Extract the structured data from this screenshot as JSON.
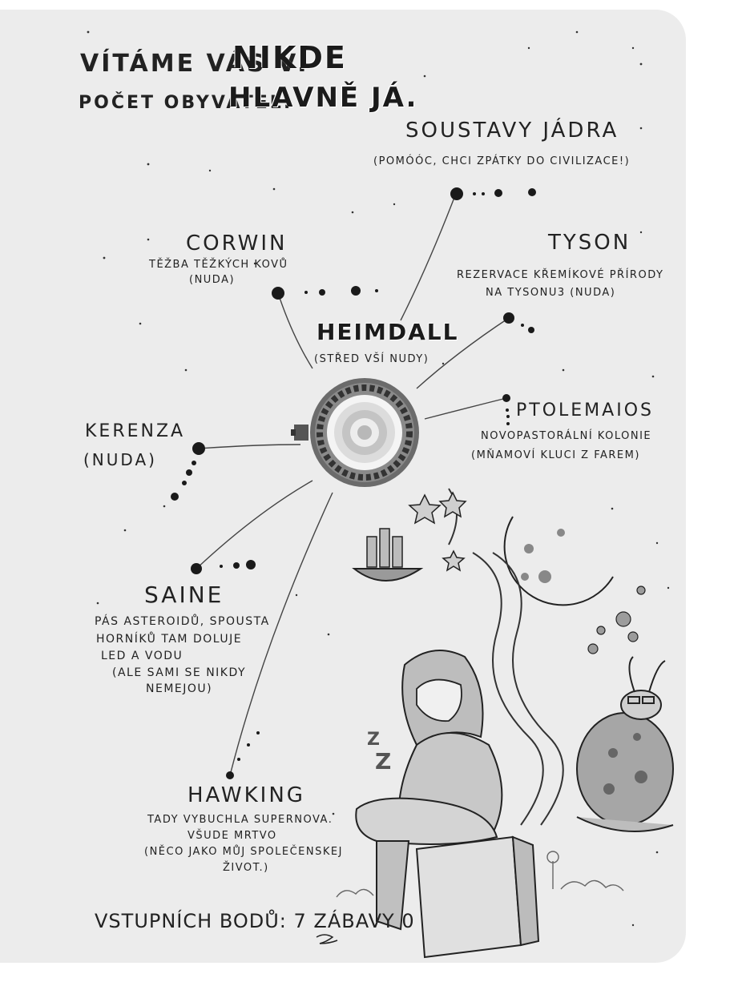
{
  "header": {
    "welcome_prefix": "VÍTÁME VÁS V:",
    "welcome_place": "NIKDE",
    "population_prefix": "POČET OBYVATEL:",
    "population_value": "HLAVNĚ JÁ."
  },
  "hub": {
    "name": "HEIMDALL",
    "note": "(STŘED VŠÍ NUDY)"
  },
  "systems": {
    "core": {
      "name": "SOUSTAVY JÁDRA",
      "note": "(POMÓÓC, CHCI ZPÁTKY DO CIVILIZACE!)"
    },
    "corwin": {
      "name": "CORWIN",
      "note1": "TĚŽBA TĚŽKÝCH KOVŮ",
      "note2": "(NUDA)"
    },
    "tyson": {
      "name": "TYSON",
      "note1": "REZERVACE KŘEMÍKOVÉ PŘÍRODY",
      "note2": "NA TYSONU3 (NUDA)"
    },
    "ptolemaios": {
      "name": "PTOLEMAIOS",
      "note1": "NOVOPASTORÁLNÍ KOLONIE",
      "note2": "(MŇAMOVÍ KLUCI Z FAREM)"
    },
    "kerenza": {
      "name": "KERENZA",
      "note": "(NUDA)"
    },
    "saine": {
      "name": "SAINE",
      "note1": "PÁS ASTEROIDŮ, SPOUSTA",
      "note2": "HORNÍKŮ TAM DOLUJE",
      "note3": "LED A VODU",
      "note4": "(ALE SAMI SE NIKDY",
      "note5": "NEMEJOU)"
    },
    "hawking": {
      "name": "HAWKING",
      "note1": "TADY VYBUCHLA SUPERNOVA.",
      "note2": "VŠUDE MRTVO",
      "note3": "(NĚCO JAKO MŮJ SPOLEČENSKEJ",
      "note4": "ŽIVOT.)"
    }
  },
  "footer": {
    "text": "VSTUPNÍCH BODŮ: 7 ZÁBAVY 0"
  },
  "colors": {
    "paper": "#ececec",
    "ink": "#222222",
    "background": "#ffffff"
  },
  "icons": [
    "station-icon",
    "planet-icon",
    "moon-icon",
    "snail-icon",
    "girl-illustration-icon",
    "ship-icon",
    "star-icon"
  ]
}
